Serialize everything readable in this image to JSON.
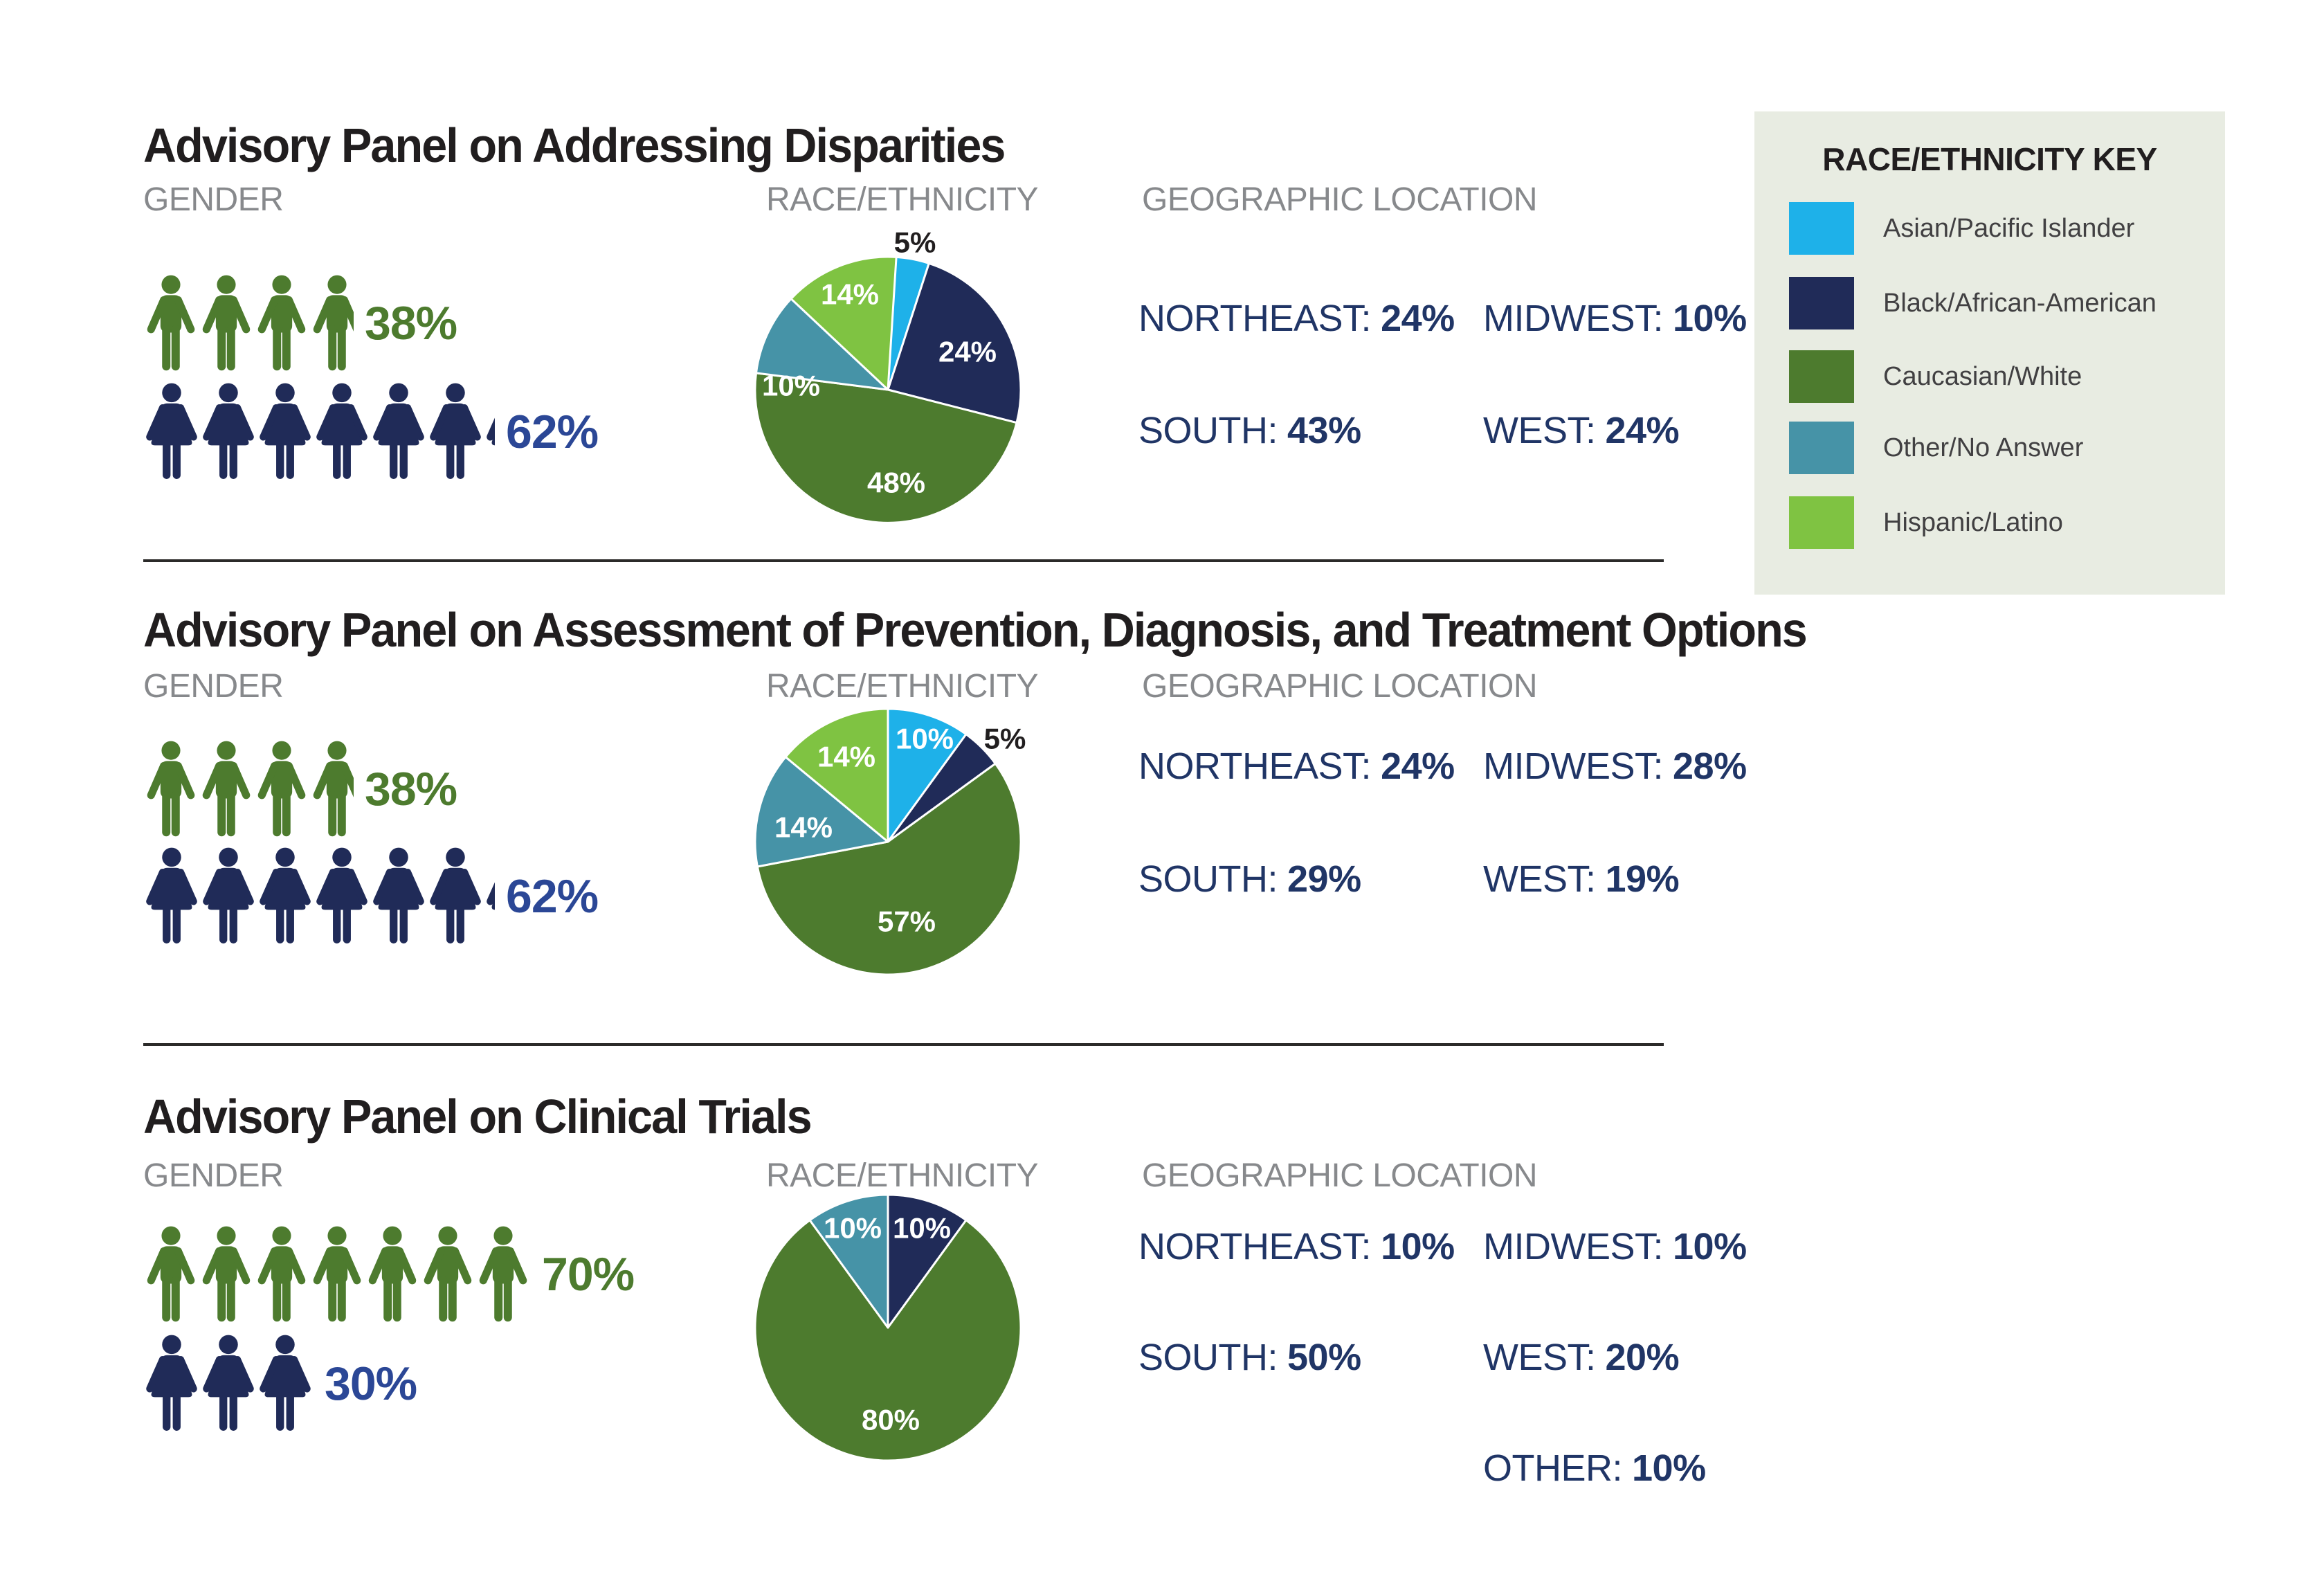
{
  "colors": {
    "cyan": "#1eb1e9",
    "navy": "#202b58",
    "green": "#4d7b2e",
    "teal": "#4693a7",
    "lightgreen": "#7fc342",
    "male_icon": "#4d7b2e",
    "female_icon": "#202b58",
    "male_pct_text": "#4d7b2e",
    "female_pct_text": "#2b4796",
    "geo_text": "#203566",
    "column_header_grey": "#87898c",
    "title_black": "#211e1f",
    "legend_bg": "#e8ece2",
    "pie_label_inside": "#ffffff",
    "pie_label_outside": "#211e1f"
  },
  "column_headers": {
    "gender": "GENDER",
    "race": "RACE/ETHNICITY",
    "geo": "GEOGRAPHIC LOCATION"
  },
  "legend": {
    "title": "RACE/ETHNICITY KEY",
    "items": [
      {
        "color": "cyan",
        "label": "Asian/Pacific Islander"
      },
      {
        "color": "navy",
        "label": "Black/African-American"
      },
      {
        "color": "green",
        "label": "Caucasian/White"
      },
      {
        "color": "teal",
        "label": "Other/No Answer"
      },
      {
        "color": "lightgreen",
        "label": "Hispanic/Latino"
      }
    ]
  },
  "sections": [
    {
      "title": "Advisory Panel on Addressing Disparities",
      "gender": {
        "male_count": 3.8,
        "male_pct": "38%",
        "female_count": 6.2,
        "female_pct": "62%"
      },
      "pie": [
        {
          "value": 5,
          "label": "5%",
          "color": "cyan",
          "outside": true
        },
        {
          "value": 24,
          "label": "24%",
          "color": "navy"
        },
        {
          "value": 48,
          "label": "48%",
          "color": "green"
        },
        {
          "value": 10,
          "label": "10%",
          "color": "teal"
        },
        {
          "value": 14,
          "label": "14%",
          "color": "lightgreen"
        }
      ],
      "geo": [
        {
          "label": "NORTHEAST:",
          "value": "24%",
          "col": 0,
          "row": 0
        },
        {
          "label": "MIDWEST:",
          "value": "10%",
          "col": 1,
          "row": 0
        },
        {
          "label": "SOUTH:",
          "value": "43%",
          "col": 0,
          "row": 1
        },
        {
          "label": "WEST:",
          "value": "24%",
          "col": 1,
          "row": 1
        }
      ]
    },
    {
      "title": "Advisory Panel on Assessment of Prevention, Diagnosis, and Treatment Options",
      "gender": {
        "male_count": 3.8,
        "male_pct": "38%",
        "female_count": 6.2,
        "female_pct": "62%"
      },
      "pie": [
        {
          "value": 10,
          "label": "10%",
          "color": "cyan"
        },
        {
          "value": 5,
          "label": "5%",
          "color": "navy",
          "outside": true
        },
        {
          "value": 57,
          "label": "57%",
          "color": "green"
        },
        {
          "value": 14,
          "label": "14%",
          "color": "teal"
        },
        {
          "value": 14,
          "label": "14%",
          "color": "lightgreen"
        }
      ],
      "geo": [
        {
          "label": "NORTHEAST:",
          "value": "24%",
          "col": 0,
          "row": 0
        },
        {
          "label": "MIDWEST:",
          "value": "28%",
          "col": 1,
          "row": 0
        },
        {
          "label": "SOUTH:",
          "value": "29%",
          "col": 0,
          "row": 1
        },
        {
          "label": "WEST:",
          "value": "19%",
          "col": 1,
          "row": 1
        }
      ]
    },
    {
      "title": "Advisory Panel on Clinical Trials",
      "gender": {
        "male_count": 7,
        "male_pct": "70%",
        "female_count": 3,
        "female_pct": "30%"
      },
      "pie": [
        {
          "value": 10,
          "label": "10%",
          "color": "navy"
        },
        {
          "value": 80,
          "label": "80%",
          "color": "green"
        },
        {
          "value": 10,
          "label": "10%",
          "color": "teal"
        }
      ],
      "geo": [
        {
          "label": "NORTHEAST:",
          "value": "10%",
          "col": 0,
          "row": 0
        },
        {
          "label": "MIDWEST:",
          "value": "10%",
          "col": 1,
          "row": 0
        },
        {
          "label": "SOUTH:",
          "value": "50%",
          "col": 0,
          "row": 1
        },
        {
          "label": "WEST:",
          "value": "20%",
          "col": 1,
          "row": 1
        },
        {
          "label": "OTHER:",
          "value": "10%",
          "col": 1,
          "row": 2
        }
      ]
    }
  ],
  "chart_data": [
    {
      "type": "pie",
      "title": "Advisory Panel on Addressing Disparities — Race/Ethnicity",
      "labels": [
        "Asian/Pacific Islander",
        "Black/African-American",
        "Caucasian/White",
        "Other/No Answer",
        "Hispanic/Latino"
      ],
      "values": [
        5,
        24,
        48,
        10,
        14
      ],
      "colors": [
        "#1eb1e9",
        "#202b58",
        "#4d7b2e",
        "#4693a7",
        "#7fc342"
      ],
      "legend_position": "top-right key box",
      "data_labels": "percent, white inside slices; 5% black outside"
    },
    {
      "type": "pictograph",
      "title": "Advisory Panel on Addressing Disparities — Gender",
      "categories": [
        "Men (green figures)",
        "Women (navy figures)"
      ],
      "values": [
        38,
        62
      ],
      "figures_shown": [
        3.8,
        6.2
      ]
    },
    {
      "type": "table",
      "title": "Advisory Panel on Addressing Disparities — Geographic Location",
      "rows": [
        [
          "NORTHEAST",
          "24%"
        ],
        [
          "MIDWEST",
          "10%"
        ],
        [
          "SOUTH",
          "43%"
        ],
        [
          "WEST",
          "24%"
        ]
      ]
    },
    {
      "type": "pie",
      "title": "Advisory Panel on Assessment of Prevention, Diagnosis, and Treatment Options — Race/Ethnicity",
      "labels": [
        "Asian/Pacific Islander",
        "Black/African-American",
        "Caucasian/White",
        "Other/No Answer",
        "Hispanic/Latino"
      ],
      "values": [
        10,
        5,
        57,
        14,
        14
      ],
      "colors": [
        "#1eb1e9",
        "#202b58",
        "#4d7b2e",
        "#4693a7",
        "#7fc342"
      ],
      "data_labels": "percent, white inside slices; 5% black outside"
    },
    {
      "type": "pictograph",
      "title": "Advisory Panel on Assessment of Prevention, Diagnosis, and Treatment Options — Gender",
      "categories": [
        "Men (green figures)",
        "Women (navy figures)"
      ],
      "values": [
        38,
        62
      ],
      "figures_shown": [
        3.8,
        6.2
      ]
    },
    {
      "type": "table",
      "title": "Advisory Panel on Assessment of Prevention, Diagnosis, and Treatment Options — Geographic Location",
      "rows": [
        [
          "NORTHEAST",
          "24%"
        ],
        [
          "MIDWEST",
          "28%"
        ],
        [
          "SOUTH",
          "29%"
        ],
        [
          "WEST",
          "19%"
        ]
      ]
    },
    {
      "type": "pie",
      "title": "Advisory Panel on Clinical Trials — Race/Ethnicity",
      "labels": [
        "Black/African-American",
        "Caucasian/White",
        "Other/No Answer"
      ],
      "values": [
        10,
        80,
        10
      ],
      "colors": [
        "#202b58",
        "#4d7b2e",
        "#4693a7"
      ],
      "data_labels": "percent, white inside slices"
    },
    {
      "type": "pictograph",
      "title": "Advisory Panel on Clinical Trials — Gender",
      "categories": [
        "Men (green figures)",
        "Women (navy figures)"
      ],
      "values": [
        70,
        30
      ],
      "figures_shown": [
        7,
        3
      ]
    },
    {
      "type": "table",
      "title": "Advisory Panel on Clinical Trials — Geographic Location",
      "rows": [
        [
          "NORTHEAST",
          "10%"
        ],
        [
          "MIDWEST",
          "10%"
        ],
        [
          "SOUTH",
          "50%"
        ],
        [
          "WEST",
          "20%"
        ],
        [
          "OTHER",
          "10%"
        ]
      ]
    }
  ]
}
